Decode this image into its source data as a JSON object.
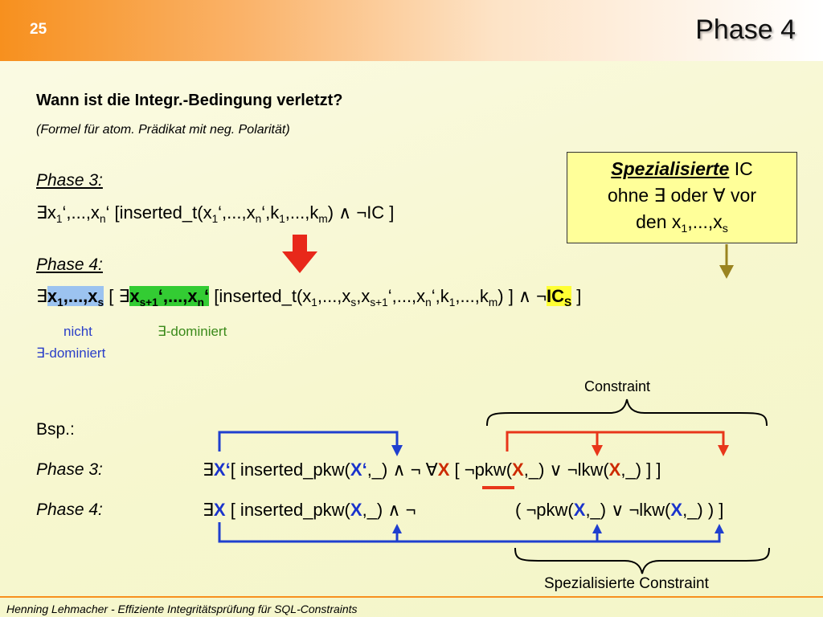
{
  "slide": {
    "number": "25",
    "title": "Phase 4"
  },
  "question": {
    "heading": "Wann ist die Integr.-Bedingung verletzt?",
    "note": "(Formel für atom. Prädikat mit neg. Polarität)"
  },
  "phase3": {
    "label": "Phase 3:",
    "f1": "∃x",
    "f2": "1",
    "f3": "‘,...,x",
    "f4": "n",
    "f5": "‘ [inserted_t(x",
    "f6": "1",
    "f7": "‘,...,x",
    "f8": "n",
    "f9": "‘,k",
    "f10": "1",
    "f11": ",...,k",
    "f12": "m",
    "f13": ") ∧ ¬IC ]"
  },
  "phase4": {
    "label": "Phase 4:",
    "exists1": "∃",
    "hb1": "x",
    "hb2": "1",
    "hb3": ",...,x",
    "hb4": "s",
    "mid1": " [ ∃",
    "hg1": "x",
    "hg2": "s+1",
    "hg3": "‘,...,x",
    "hg4": "n",
    "hg5": "‘",
    "t1": " [inserted_t(x",
    "t2": "1",
    "t3": ",...,x",
    "t4": "s",
    "t5": ",x",
    "t6": "s+1",
    "t7": "‘,...,x",
    "t8": "n",
    "t9": "‘,k",
    "t10": "1",
    "t11": ",...,k",
    "t12": "m",
    "t13": ") ] ∧ ¬",
    "hy1": "IC",
    "hy2": "S",
    "end": " ]",
    "label_not": "nicht",
    "label_exists_dominated": "∃-dominiert",
    "label_exists_dominated2": "∃-dominiert"
  },
  "callout": {
    "emph": "Spezialisierte",
    "line1_rest": " IC",
    "line2": "ohne ∃ oder ∀ vor",
    "line3a": "den x",
    "line3b": "1",
    "line3c": ",...,x",
    "line3d": "s"
  },
  "example": {
    "bsp": "Bsp.:",
    "constraint_label": "Constraint",
    "special_label": "Spezialisierte Constraint",
    "p3_label": "Phase 3:",
    "p3": {
      "a1": "∃",
      "a2": "X‘",
      "a3": "[ inserted_pkw(",
      "a4": "X‘",
      "a5": ",_) ∧ ¬ ∀",
      "a6": "X",
      "a7": " [ ¬pkw(",
      "a8": "X",
      "a9": ",_) ∨ ¬lkw(",
      "a10": "X",
      "a11": ",_) ] ]"
    },
    "p4_label": "Phase 4:",
    "p4": {
      "a1": "∃",
      "a2": "X",
      "a3": " [ inserted_pkw(",
      "a4": "X",
      "a5": ",_)  ∧ ¬",
      "b1": "( ¬pkw(",
      "b2": "X",
      "b3": ",_) ∨ ¬lkw(",
      "b4": "X",
      "b5": ",_) ) ]"
    }
  },
  "footer": "Henning Lehmacher  -  Effiziente Integritätsprüfung für SQL-Constraints",
  "colors": {
    "orange": "#f7901e",
    "blue": "#1a33cc",
    "red": "#e8361a",
    "olive": "#9a8420"
  }
}
